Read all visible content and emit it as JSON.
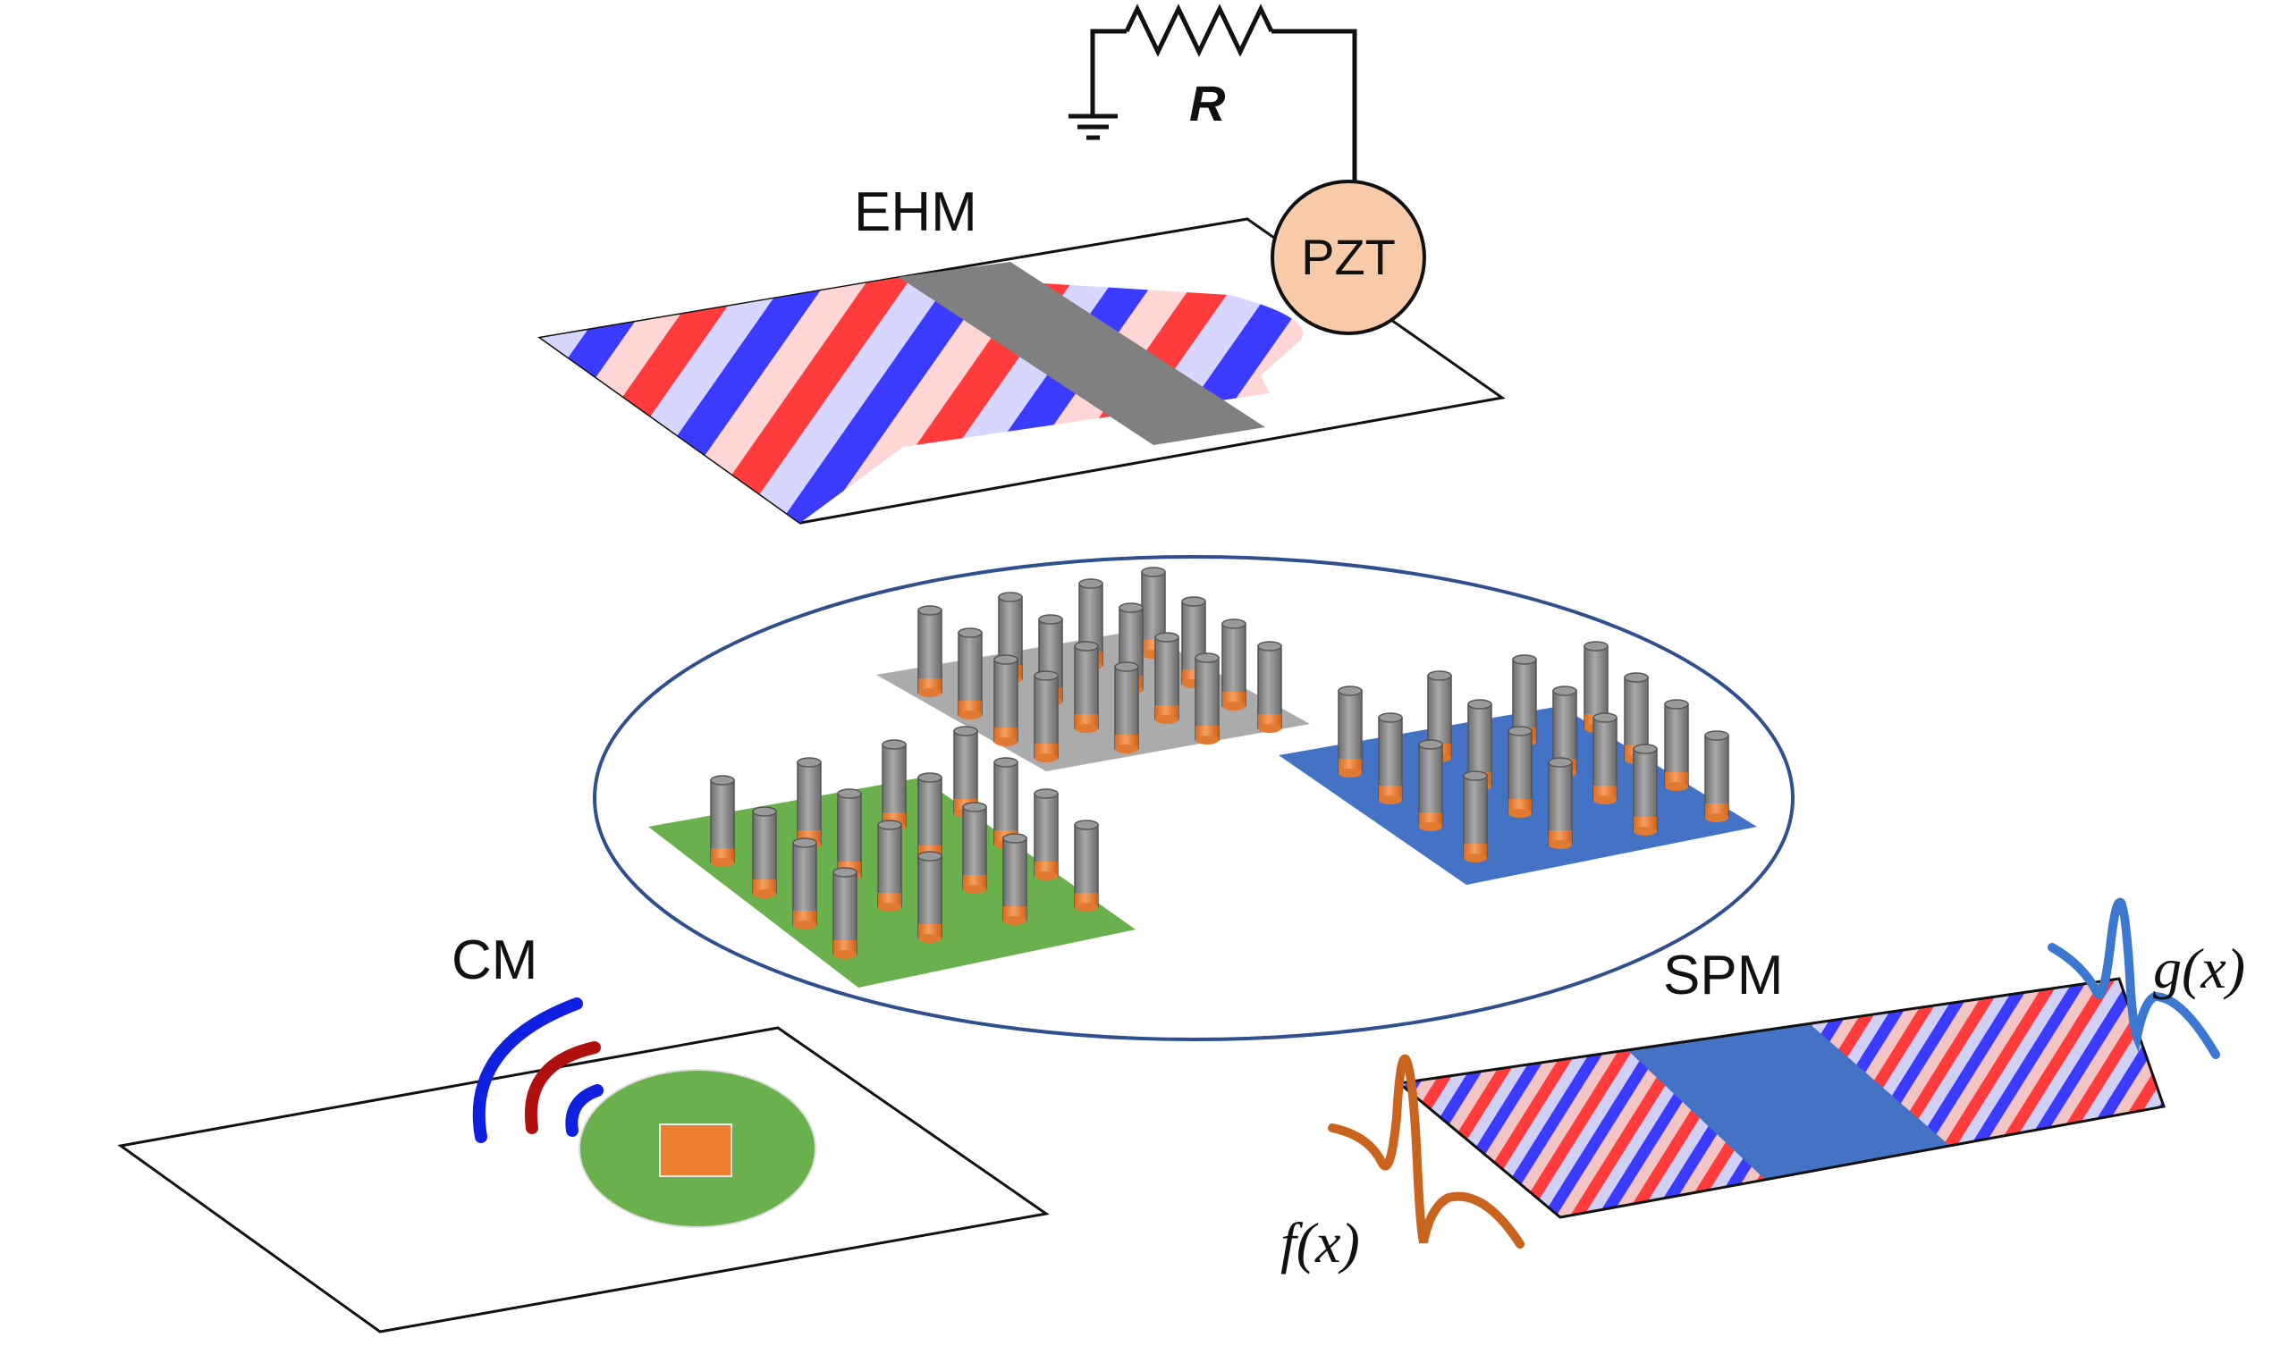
{
  "labels": {
    "resistor": "R",
    "pzt": "PZT",
    "ehm": "EHM",
    "cm": "CM",
    "spm": "SPM",
    "f": "f(x)",
    "g": "g(x)"
  },
  "colors": {
    "wave_red": "#ff3b3b",
    "wave_blue": "#3b3bff",
    "gray_band": "#808080",
    "pzt_fill": "#f7cba9",
    "ellipse_stroke": "#2f4f8f",
    "green_plate": "#6ab04c",
    "gray_plate": "#ababab",
    "blue_plate": "#4472c4",
    "pillar": "#8a8a8a",
    "pillar_base": "#f08a3a",
    "cm_dish": "#6ab04c",
    "cm_square": "#ed7d31",
    "arc_blue": "#1020e0",
    "arc_red": "#b01010",
    "f_curve": "#c8641e",
    "g_curve": "#3c78d0",
    "spm_band": "#4472c4"
  },
  "icons": {
    "ground": "ground-icon",
    "resistor": "resistor-icon",
    "signal": "signal-arcs-icon"
  }
}
